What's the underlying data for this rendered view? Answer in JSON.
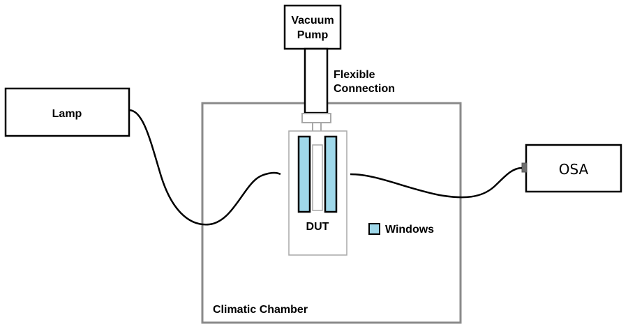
{
  "components": {
    "vacuum_pump": {
      "line1": "Vacuum",
      "line2": "Pump"
    },
    "flexible_connection": {
      "line1": "Flexible",
      "line2": "Connection"
    },
    "lamp": {
      "label": "Lamp"
    },
    "osa": {
      "label": "OSA"
    },
    "dut": {
      "label": "DUT"
    },
    "climatic_chamber": {
      "label": "Climatic Chamber"
    }
  },
  "legend": {
    "windows": {
      "label": "Windows"
    }
  },
  "colors": {
    "window_fill": "#9fd8ea",
    "chamber_stroke": "#8a8a8a",
    "dut_stroke": "#a8a8a8",
    "line": "#000000"
  }
}
